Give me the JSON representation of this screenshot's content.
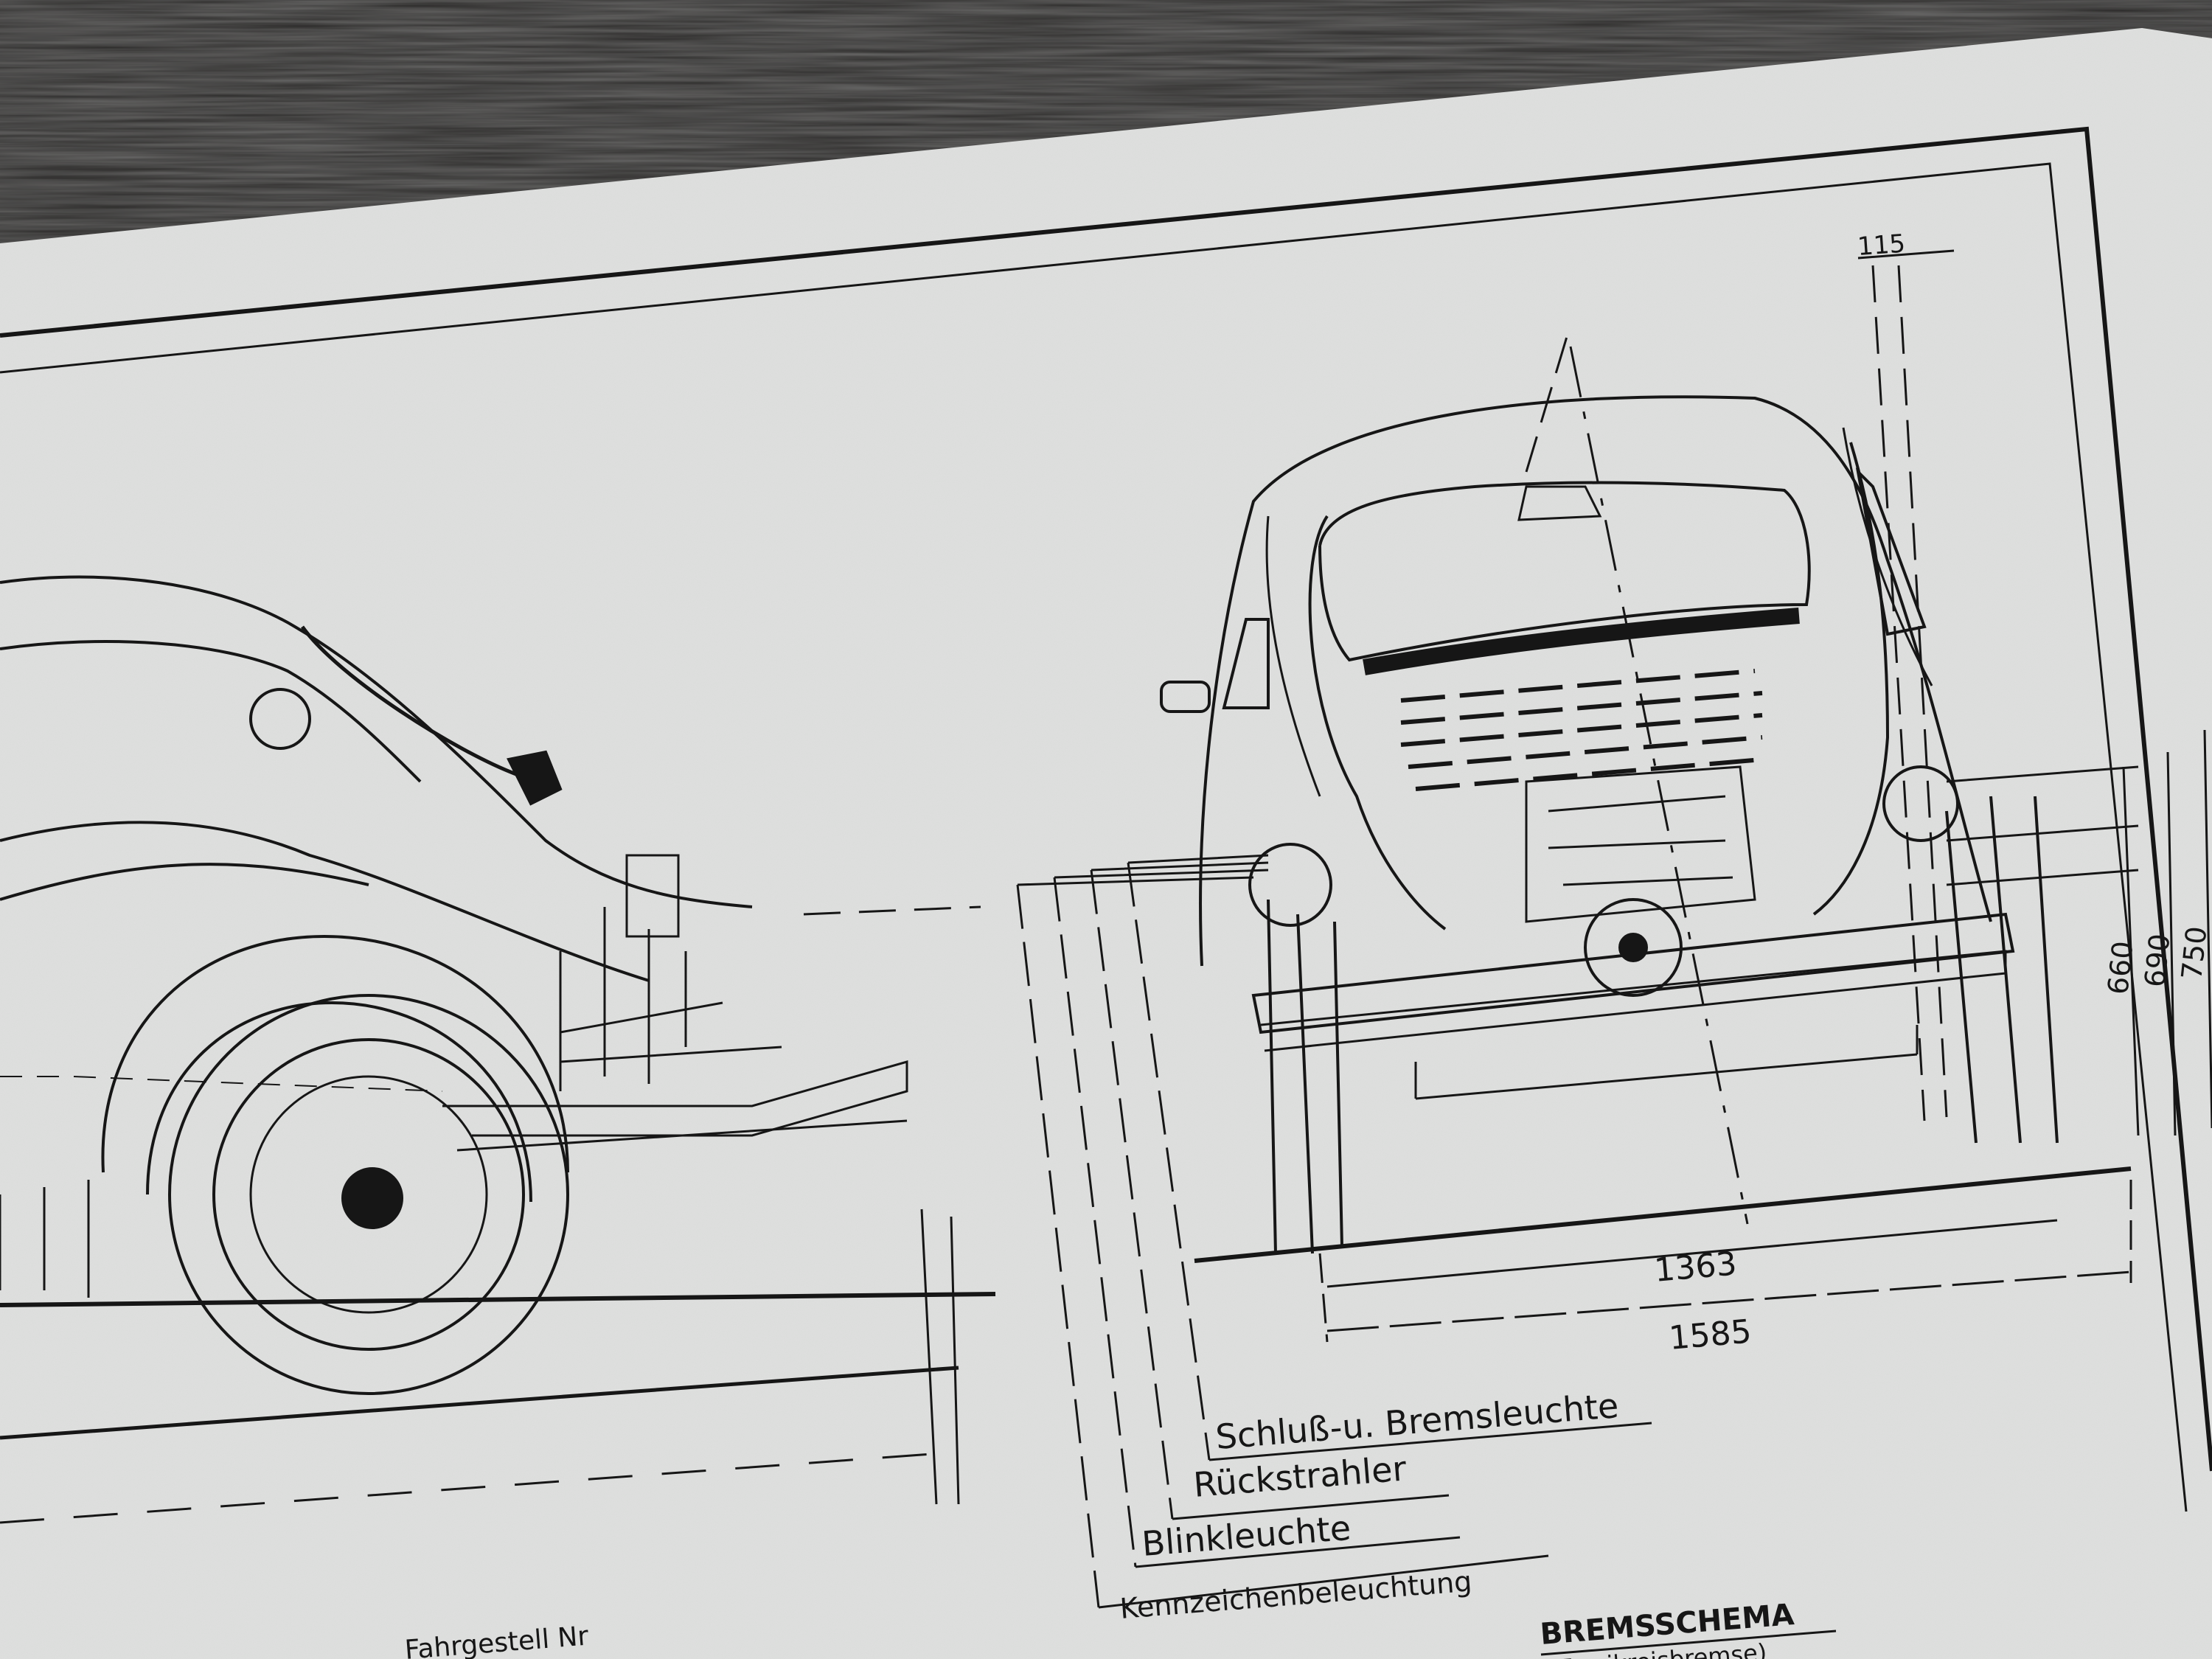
{
  "dimensions": {
    "offset": "115",
    "height_1": "660",
    "height_2": "690",
    "height_3": "750",
    "track_width": "1363",
    "overall_width": "1585"
  },
  "callouts": {
    "tail_brake_light": "Schluß-u. Bremsleuchte",
    "reflector": "Rückstrahler",
    "turn_signal": "Blinkleuchte",
    "license_plate_light": "Kennzeichenbeleuchtung"
  },
  "footer": {
    "chassis_label": "Fahrgestell Nr",
    "brake_schema_title": "BREMSSCHEMA",
    "brake_schema_subtitle": "(Zweikreisbremse)"
  },
  "colors": {
    "paper": "#dfe0df",
    "ink": "#161616",
    "table": "#2b2a29"
  }
}
